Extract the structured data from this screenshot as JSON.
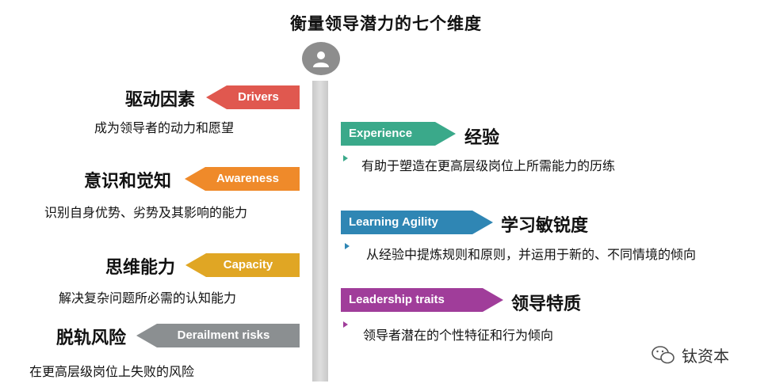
{
  "title": "衡量领导潜力的七个维度",
  "colors": {
    "drivers": "#e0584f",
    "awareness": "#ef8a2a",
    "capacity": "#e0a624",
    "derailment": "#8b8f91",
    "experience": "#3aa98a",
    "learning": "#2f86b4",
    "leadership": "#a03d9a"
  },
  "left": [
    {
      "tag": "Drivers",
      "heading": "驱动因素",
      "desc": "成为领导者的动力和愿望"
    },
    {
      "tag": "Awareness",
      "heading": "意识和觉知",
      "desc": "识别自身优势、劣势及其影响的能力"
    },
    {
      "tag": "Capacity",
      "heading": "思维能力",
      "desc": "解决复杂问题所必需的认知能力"
    },
    {
      "tag": "Derailment risks",
      "heading": "脱轨风险",
      "desc": "在更高层级岗位上失败的风险"
    }
  ],
  "right": [
    {
      "tag": "Experience",
      "heading": "经验",
      "desc": "有助于塑造在更高层级岗位上所需能力的历练"
    },
    {
      "tag": "Learning Agility",
      "heading": "学习敏锐度",
      "desc": "从经验中提炼规则和原则，并运用于新的、不同情境的倾向"
    },
    {
      "tag": "Leadership traits",
      "heading": "领导特质",
      "desc": "领导者潜在的个性特征和行为倾向"
    }
  ],
  "watermark": "钛资本",
  "icons": {
    "avatar": "person-icon",
    "watermark": "wechat-icon"
  }
}
